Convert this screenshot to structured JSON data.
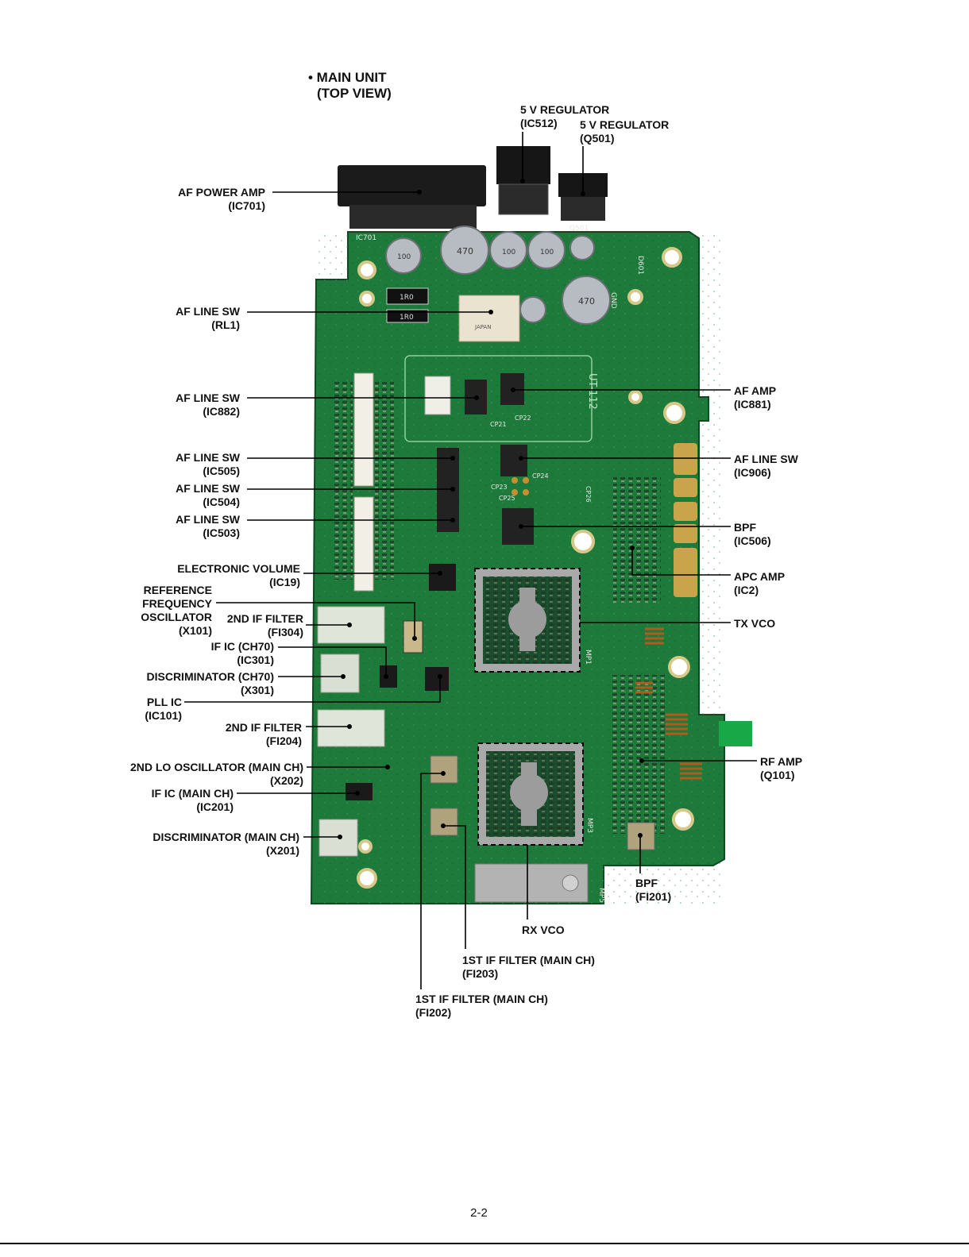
{
  "title": {
    "line1": "• MAIN UNIT",
    "line2": "(TOP VIEW)"
  },
  "page_number": "2-2",
  "labels_left": [
    {
      "id": "ic701",
      "name": "AF POWER AMP",
      "ref": "(IC701)"
    },
    {
      "id": "rl1",
      "name": "AF LINE SW",
      "ref": "(RL1)"
    },
    {
      "id": "ic882",
      "name": "AF LINE SW",
      "ref": "(IC882)"
    },
    {
      "id": "ic505",
      "name": "AF LINE SW",
      "ref": "(IC505)"
    },
    {
      "id": "ic504",
      "name": "AF LINE SW",
      "ref": "(IC504)"
    },
    {
      "id": "ic503",
      "name": "AF LINE SW",
      "ref": "(IC503)"
    },
    {
      "id": "ic19",
      "name": "ELECTRONIC VOLUME",
      "ref": "(IC19)"
    },
    {
      "id": "x101",
      "name1": "REFERENCE",
      "name2": "FREQUENCY",
      "name3": "OSCILLATOR",
      "ref": "(X101)"
    },
    {
      "id": "fi304",
      "name": "2ND IF FILTER",
      "ref": "(FI304)"
    },
    {
      "id": "ic301",
      "name": "IF IC (CH70)",
      "ref": "(IC301)"
    },
    {
      "id": "x301",
      "name": "DISCRIMINATOR (CH70)",
      "ref": "(X301)"
    },
    {
      "id": "ic101",
      "name": "PLL IC",
      "ref": "(IC101)"
    },
    {
      "id": "fi204",
      "name": "2ND IF FILTER",
      "ref": "(FI204)"
    },
    {
      "id": "x202",
      "name": "2ND LO OSCILLATOR (MAIN CH)",
      "ref": "(X202)"
    },
    {
      "id": "ic201",
      "name": "IF IC (MAIN CH)",
      "ref": "(IC201)"
    },
    {
      "id": "x201",
      "name": "DISCRIMINATOR (MAIN CH)",
      "ref": "(X201)"
    }
  ],
  "labels_top": [
    {
      "id": "ic512",
      "name": "5 V REGULATOR",
      "ref": "(IC512)"
    },
    {
      "id": "q501",
      "name": "5 V REGULATOR",
      "ref": "(Q501)"
    }
  ],
  "labels_right": [
    {
      "id": "ic881",
      "name": "AF AMP",
      "ref": "(IC881)"
    },
    {
      "id": "ic906",
      "name": "AF LINE SW",
      "ref": "(IC906)"
    },
    {
      "id": "ic506",
      "name": "BPF",
      "ref": "(IC506)"
    },
    {
      "id": "ic2",
      "name": "APC AMP",
      "ref": "(IC2)"
    },
    {
      "id": "txvco",
      "name": "TX VCO"
    },
    {
      "id": "q101",
      "name": "RF AMP",
      "ref": "(Q101)"
    }
  ],
  "labels_bottom": [
    {
      "id": "fi201",
      "name": "BPF",
      "ref": "(FI201)"
    },
    {
      "id": "rxvco",
      "name": "RX VCO"
    },
    {
      "id": "fi203",
      "name": "1ST IF FILTER (MAIN CH)",
      "ref": "(FI203)"
    },
    {
      "id": "fi202",
      "name": "1ST IF FILTER (MAIN CH)",
      "ref": "(FI202)"
    }
  ],
  "board_markings": {
    "ic701": "IC701",
    "q501": "Q501",
    "d601": "D601",
    "gnd": "GND",
    "ut112": "UT-112",
    "cp21": "CP21",
    "cp22": "CP22",
    "cp23": "CP23",
    "cp24": "CP24",
    "cp25": "CP25",
    "cp26": "CP26",
    "mp1": "MP1",
    "mp3": "MP3",
    "mp5": "MP5",
    "cap1": "100",
    "cap2": "470",
    "cap3": "100",
    "cap4": "100",
    "cap5": "470",
    "res1": "1R0",
    "res2": "1R0",
    "relay": "JAPAN"
  },
  "colors": {
    "board": "#1f7a3a",
    "board_dark": "#155c2b",
    "shield": "#a8a8a8",
    "line": "#000000"
  }
}
